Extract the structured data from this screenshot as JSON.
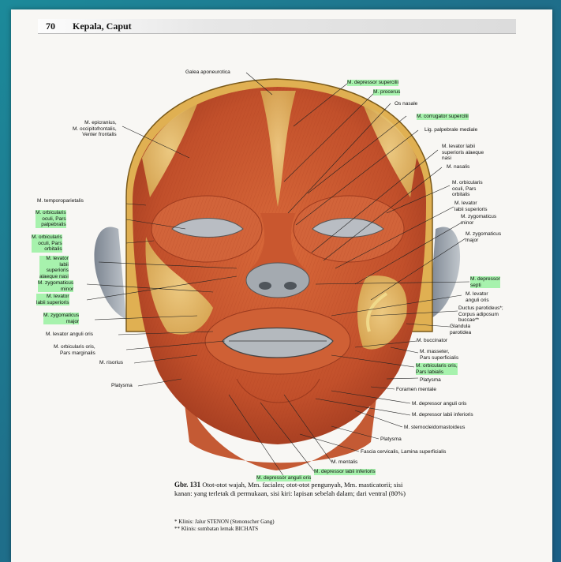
{
  "header": {
    "page_number": "70",
    "title": "Kepala, Caput"
  },
  "figure": {
    "labels_top": [
      {
        "key": "galea",
        "text": "Galea aponeurotica"
      }
    ],
    "labels_left": [
      {
        "key": "epicranius",
        "text": "M. epicranius,\nM. occipitofrontalis,\nVenter frontalis"
      },
      {
        "key": "temporoparietalis",
        "text": "M. temporoparietalis"
      },
      {
        "key": "orb_oc_palp",
        "text": "M. orbicularis\noculi, Pars\npalpebralis"
      },
      {
        "key": "orb_oc_orb_l",
        "text": "M. orbicularis\noculi, Pars\norbitalis"
      },
      {
        "key": "lev_lab_sup_al",
        "text": "M. levator\nlabii\nsuperioris\nalaeque nasi"
      },
      {
        "key": "zyg_min_l",
        "text": "M. zygomaticus\nminor"
      },
      {
        "key": "lev_lab_sup_l",
        "text": "M. levator\nlabii superioris"
      },
      {
        "key": "zyg_maj_l",
        "text": "M. zygomaticus\nmajor"
      },
      {
        "key": "lev_ang_l",
        "text": "M. levator anguli oris"
      },
      {
        "key": "orb_oris_marg",
        "text": "M. orbicularis oris,\nPars marginalis"
      },
      {
        "key": "risorius",
        "text": "M. risorius"
      },
      {
        "key": "platysma_l",
        "text": "Platysma"
      }
    ],
    "labels_right": [
      {
        "key": "dep_sup",
        "text": "M. depressor supercilii"
      },
      {
        "key": "procerus",
        "text": "M. procerus"
      },
      {
        "key": "os_nasale",
        "text": "Os nasale"
      },
      {
        "key": "corrugator",
        "text": "M. corrugator supercilii"
      },
      {
        "key": "lig_palp",
        "text": "Lig. palpebrale mediale"
      },
      {
        "key": "lev_lab_sup_al_r",
        "text": "M. levator labii\nsuperioris alaeque\nnasi"
      },
      {
        "key": "nasalis",
        "text": "M. nasalis"
      },
      {
        "key": "orb_oc_orb_r",
        "text": "M. orbicularis\noculi, Pars\norbitalis"
      },
      {
        "key": "lev_lab_sup_r",
        "text": "M. levator\nlabii superioris"
      },
      {
        "key": "zyg_min_r",
        "text": "M. zygomaticus\nminor"
      },
      {
        "key": "zyg_maj_r",
        "text": "M. zygomaticus\nmajor"
      },
      {
        "key": "dep_septi",
        "text": "M. depressor\nsepti"
      },
      {
        "key": "lev_ang_r",
        "text": "M. levator\nanguli oris"
      },
      {
        "key": "ductus",
        "text": "Ductus parotideus*;\nCorpus adiposum\nbuccae**"
      },
      {
        "key": "glandula",
        "text": "Glandula\nparotidea"
      },
      {
        "key": "buccinator",
        "text": "M. buccinator"
      },
      {
        "key": "masseter",
        "text": "M. masseter,\nPars superficialis"
      },
      {
        "key": "orb_oris_lab",
        "text": "M. orbicularis oris,\nPars labialis"
      },
      {
        "key": "platysma_r",
        "text": "Platysma"
      },
      {
        "key": "foramen",
        "text": "Foramen mentale"
      },
      {
        "key": "dep_ang_r",
        "text": "M. depressor anguli oris"
      },
      {
        "key": "dep_lab_inf_r",
        "text": "M. depressor labii inferioris"
      },
      {
        "key": "scm",
        "text": "M. sternocleidomastoideus"
      },
      {
        "key": "platysma_b",
        "text": "Platysma"
      },
      {
        "key": "fascia",
        "text": "Fascia cervicalis, Lamina superficialis"
      }
    ],
    "labels_bottom": [
      {
        "key": "mentalis",
        "text": "M. mentalis"
      },
      {
        "key": "dep_lab_inf_b",
        "text": "M. depressor labii inferioris"
      },
      {
        "key": "dep_ang_b",
        "text": "M. depressor anguli oris"
      }
    ]
  },
  "caption": {
    "fig_no": "Gbr. 131",
    "text": "Otot-otot wajah, Mm. faciales; otot-otot pengunyah, Mm. masticatorii; sisi kanan: yang terletak di permukaan, sisi kiri: lapisan sebelah dalam; dari ventral (80%)",
    "note1_mark": "*",
    "note1": "Klinis: Jalur STENON (Stenonscher Gang)",
    "note2_mark": "**",
    "note2": "Klinis: sumbatan lemak BICHATS"
  },
  "colors": {
    "muscle": "#c9542e",
    "muscle_light": "#d7703f",
    "fat": "#e6c36b",
    "background": "#1f6f8a"
  }
}
